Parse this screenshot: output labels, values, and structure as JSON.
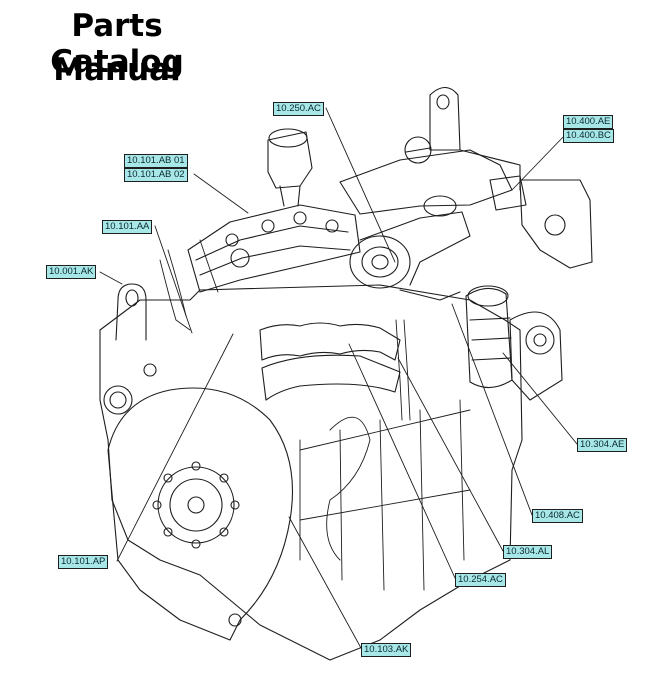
{
  "title": {
    "line1": "Parts Catalog",
    "line2": "Manual"
  },
  "callouts": {
    "c_10_250_AC": "10.250.AC",
    "c_10_400_AE": "10.400.AE",
    "c_10_400_BC": "10.400.BC",
    "c_10_101_AB_01": "10.101.AB 01",
    "c_10_101_AB_02": "10.101.AB 02",
    "c_10_101_AA": "10.101.AA",
    "c_10_001_AK": "10.001.AK",
    "c_10_304_AE": "10.304.AE",
    "c_10_408_AC": "10.408.AC",
    "c_10_304_AL": "10.304.AL",
    "c_10_254_AC": "10.254.AC",
    "c_10_101_AP": "10.101.AP",
    "c_10_103_AK": "10.103.AK"
  },
  "colors": {
    "callout_fill": "#a7e7e7",
    "line": "#1e1e1e"
  }
}
